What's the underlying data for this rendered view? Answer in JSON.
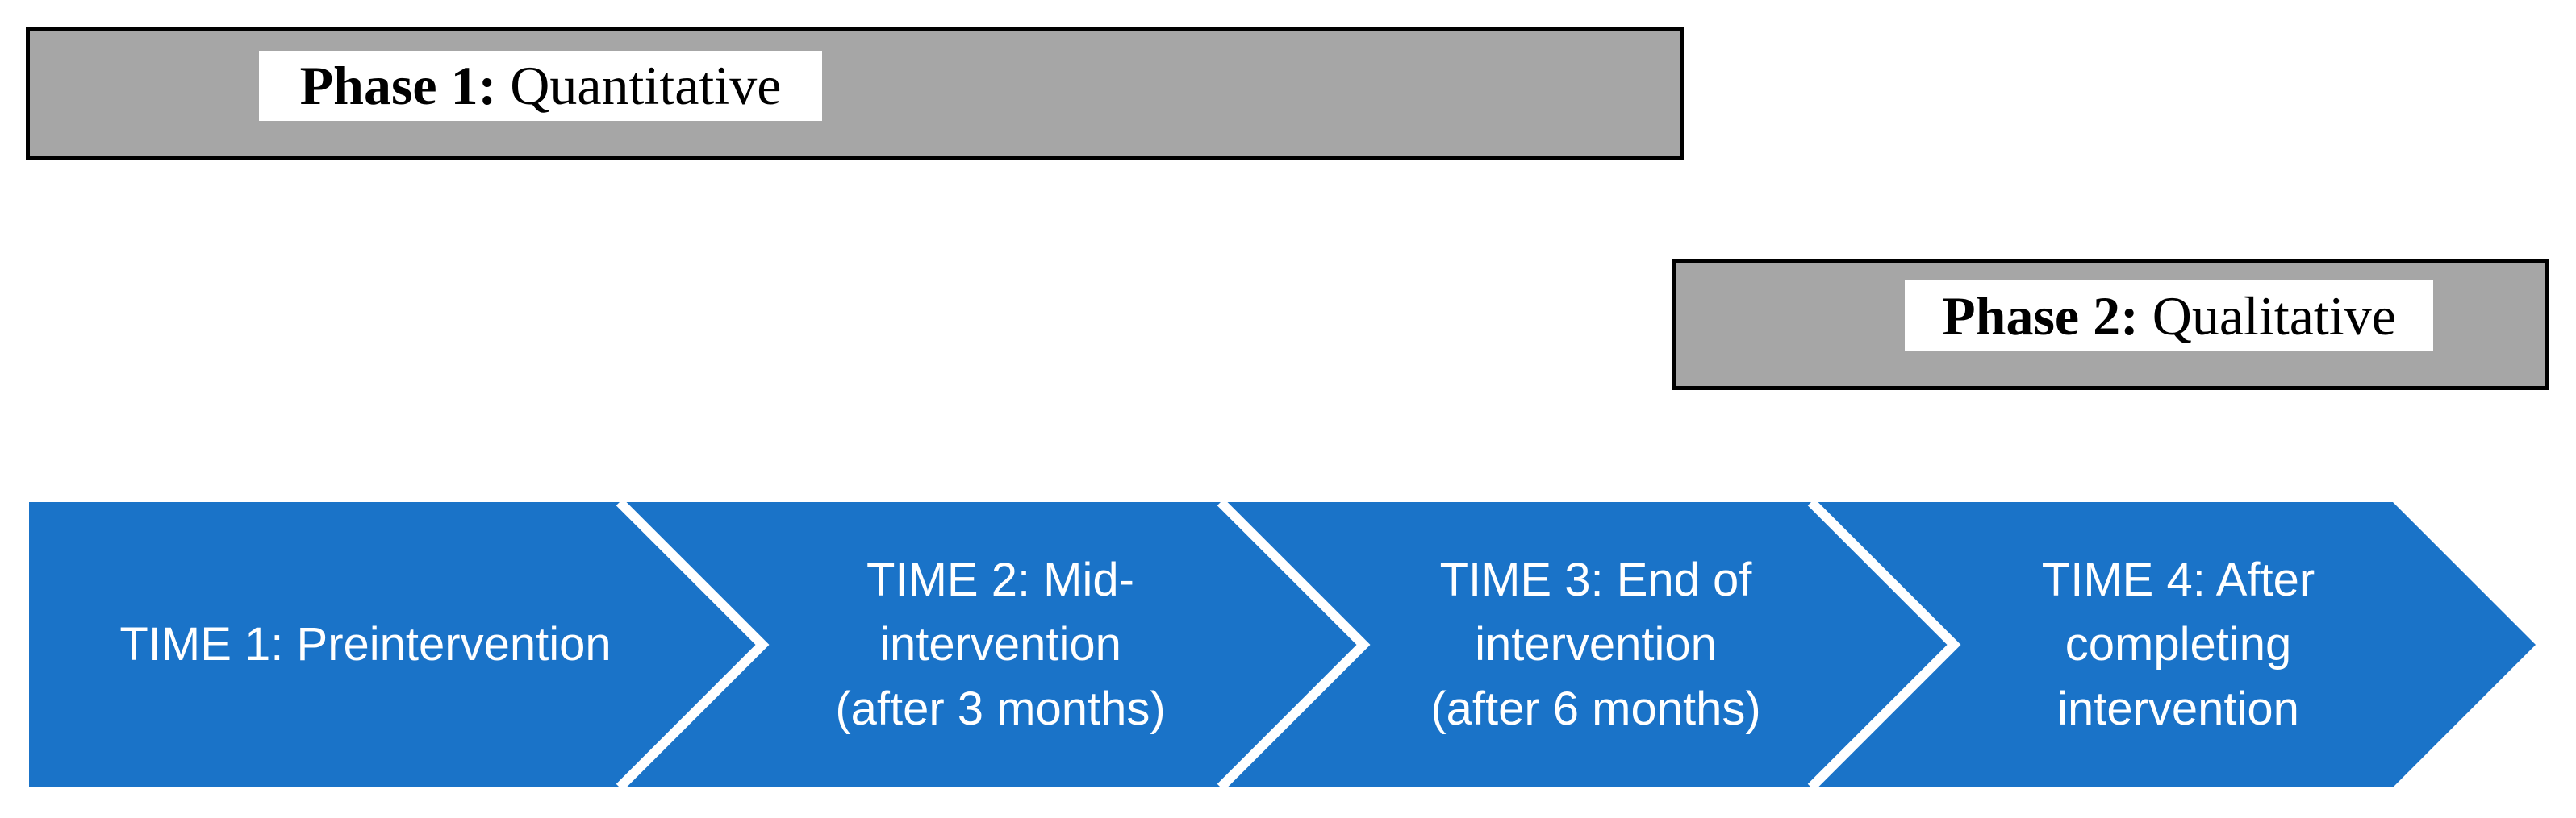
{
  "figure": {
    "phases": [
      {
        "prefix": "Phase 1:",
        "name": "Quantitative"
      },
      {
        "prefix": "Phase 2:",
        "name": "Qualitative"
      }
    ],
    "timeline": {
      "segments": [
        {
          "label": "TIME 1: Preintervention"
        },
        {
          "label": "TIME 2: Mid-\nintervention\n(after 3 months)"
        },
        {
          "label": "TIME 3: End of\nintervention\n(after 6 months)"
        },
        {
          "label": "TIME 4: After\ncompleting\nintervention"
        }
      ]
    },
    "colors": {
      "arrow_blue": "#1A73C8",
      "box_gray": "#A6A6A6",
      "box_border": "#000000",
      "arrow_text": "#FFFFFF",
      "phase_label_bg": "#FFFFFF",
      "phase_label_text": "#000000"
    }
  }
}
